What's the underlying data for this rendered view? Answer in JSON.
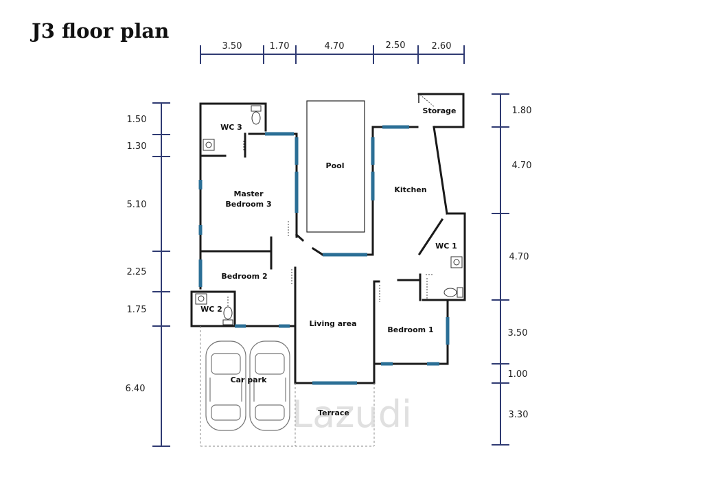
{
  "title": "J3 floor plan",
  "dimensions": {
    "top": [
      "3.50",
      "1.70",
      "4.70",
      "2.50",
      "2.60"
    ],
    "left": [
      "1.50",
      "1.30",
      "5.10",
      "2.25",
      "1.75",
      "6.40"
    ],
    "right": [
      "1.80",
      "4.70",
      "4.70",
      "3.50",
      "1.00",
      "3.30"
    ]
  },
  "rooms": {
    "wc3": "WC 3",
    "storage": "Storage",
    "pool": "Pool",
    "kitchen": "Kitchen",
    "master_line1": "Master",
    "master_line2": "Bedroom 3",
    "wc1": "WC 1",
    "bedroom2": "Bedroom 2",
    "wc2": "WC 2",
    "living": "Living area",
    "bedroom1": "Bedroom 1",
    "carpark": "Car park",
    "terrace": "Terrace"
  },
  "watermark": "Lazudi",
  "colors": {
    "window": "#2b6f96",
    "dimension_line": "#2f3a72",
    "wall": "#1a1a1a"
  }
}
